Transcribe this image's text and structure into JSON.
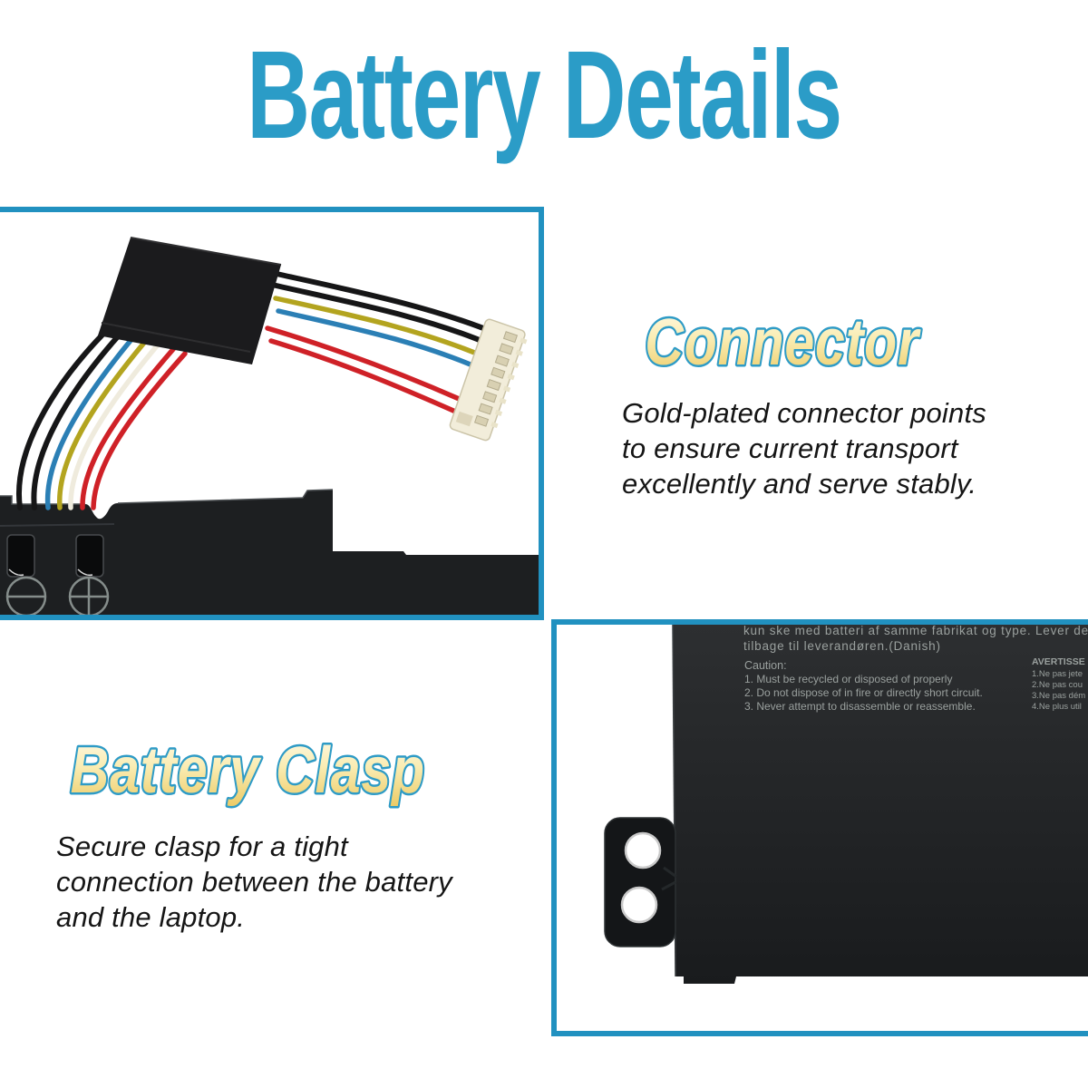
{
  "title": "Battery Details",
  "colors": {
    "title_blue": "#2B9CC7",
    "frame_blue": "#2191C0",
    "heading_outline_blue": "#2E9BC6",
    "heading_gold_top": "#FEFAE8",
    "heading_gold_bottom": "#ECCB66",
    "body_text": "#151515",
    "battery_dark": "#1d1f21",
    "battery_print_gray": "#9aa09e"
  },
  "connector_section": {
    "heading": "Connector",
    "body": "Gold-plated connector points\nto ensure current transport\nexcellently and serve stably."
  },
  "clasp_section": {
    "heading": "Battery Clasp",
    "body": "Secure clasp for a tight\nconnection between the battery\nand the laptop."
  },
  "connector_photo": {
    "wire_colors": [
      "black",
      "black",
      "blue",
      "yellow",
      "white",
      "red",
      "red"
    ]
  },
  "clasp_photo": {
    "battery_print": {
      "danish_line1": "kun ske med batteri af samme fabrikat og type. Lever de",
      "danish_line2": "tilbage til leverandøren.(Danish)",
      "caution_title": "Caution:",
      "caution_items": [
        "1. Must be recycled or disposed of properly",
        "2. Do not dispose of in fire or directly short circuit.",
        "3. Never attempt to disassemble or reassemble."
      ],
      "french_title": "AVERTISSE",
      "french_items": [
        "1.Ne pas jete",
        "2.Ne pas cou",
        "3.Ne pas dém",
        "4.Ne plus util"
      ]
    }
  }
}
